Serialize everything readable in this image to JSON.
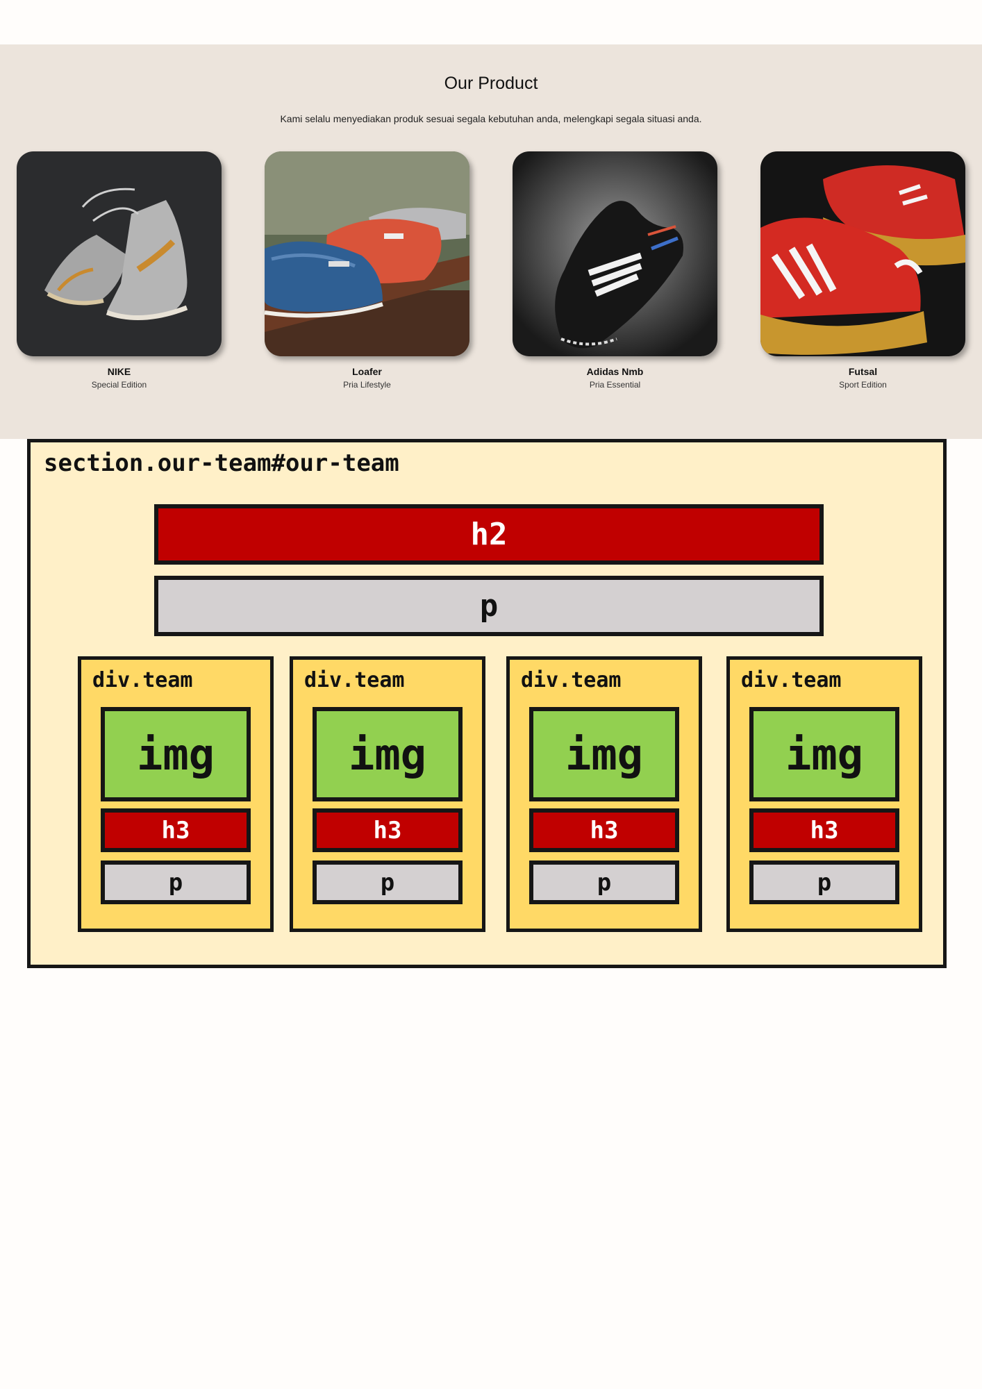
{
  "products": {
    "title": "Our Product",
    "subtitle": "Kami selalu menyediakan produk sesuai segala kebutuhan anda, melengkapi segala situasi anda.",
    "items": [
      {
        "name": "NIKE",
        "edition": "Special Edition"
      },
      {
        "name": "Loafer",
        "edition": "Pria Lifestyle"
      },
      {
        "name": "Adidas Nmb",
        "edition": "Pria Essential"
      },
      {
        "name": "Futsal",
        "edition": "Sport Edition"
      }
    ]
  },
  "wireframe": {
    "section_label": "section.our-team#our-team",
    "h2_label": "h2",
    "p_label": "p",
    "teams": [
      {
        "label": "div.team",
        "img": "img",
        "h3": "h3",
        "p": "p"
      },
      {
        "label": "div.team",
        "img": "img",
        "h3": "h3",
        "p": "p"
      },
      {
        "label": "div.team",
        "img": "img",
        "h3": "h3",
        "p": "p"
      },
      {
        "label": "div.team",
        "img": "img",
        "h3": "h3",
        "p": "p"
      }
    ]
  },
  "colors": {
    "product_bg": "#ece4dc",
    "wire_bg": "#fff0c8",
    "team_bg": "#ffd966",
    "heading_red": "#c00000",
    "paragraph_gray": "#d4d0d1",
    "img_green": "#92d050"
  }
}
